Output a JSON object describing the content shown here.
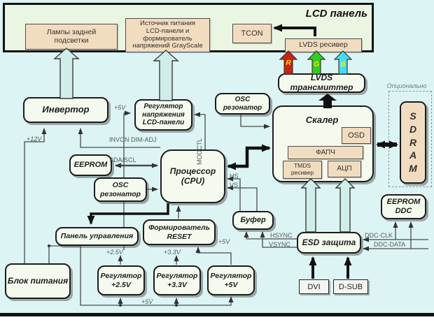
{
  "diagram": {
    "lcd_panel": {
      "title": "LCD панель",
      "backlight": "Лампы задней\nподсветки",
      "panel_psu": "Источник питания\nLCD-панели и\nформирователь\nнапряжений GrayScale",
      "tcon": "TCON",
      "lvds_rx": "LVDS ресивер"
    },
    "blocks": {
      "lvds_tx": "LVDS трансмиттер",
      "inverter": "Инвертор",
      "lcd_reg": "Регулятор\nнапряжения\nLCD-панели",
      "osc_scaler": "OSC\nрезонатор",
      "osc_cpu": "OSC\nрезонатор",
      "eeprom": "EEPROM",
      "cpu": "Процессор\n(CPU)",
      "scaler": "Скалер",
      "osd": "OSD",
      "pll": "ФАПЧ",
      "tmds": "TMDS\nресивер",
      "adc": "АЦП",
      "sdram": "SDRAM",
      "optional": "Опционально",
      "eeprom_ddc": "EEPROM\nDDC",
      "buffer": "Буфер",
      "esd": "ESD защита",
      "dvi": "DVI",
      "dsub": "D-SUB",
      "control_panel": "Панель управления",
      "reset_gen": "Формирователь\nRESET",
      "psu": "Блок питания",
      "reg_25": "Регулятор\n+2.5V",
      "reg_33": "Регулятор\n+3.3V",
      "reg_5": "Регулятор\n+5V"
    },
    "signals": {
      "p12v": "+12V",
      "p5v": "+5V",
      "p25v": "+2.5V",
      "p33v": "+3.3V",
      "invon": "INVON DIM-ADJ",
      "sda_scl": "SDA/SCL",
      "modctl": "MODCTL",
      "hs": "HS",
      "vs": "VS",
      "hsync": "HSYNC",
      "vsync": "VSYNC",
      "ddc_clk": "DDC-CLK",
      "ddc_data": "DDC-DATA",
      "r": "R",
      "g": "G",
      "b": "B"
    },
    "colors": {
      "background": "#ddf4f4",
      "panel_bg": "#eaf5e2",
      "box_tan": "#f2dcc0",
      "box_light": "#f5faef",
      "arrow_cyan": "#cfeeea",
      "arrow_red": "#cc2211",
      "arrow_green": "#33cc22",
      "arrow_blue": "#44ddee",
      "rgb_label": "#ffe800",
      "line": "#4a4a4a",
      "thick": "#111111"
    }
  }
}
